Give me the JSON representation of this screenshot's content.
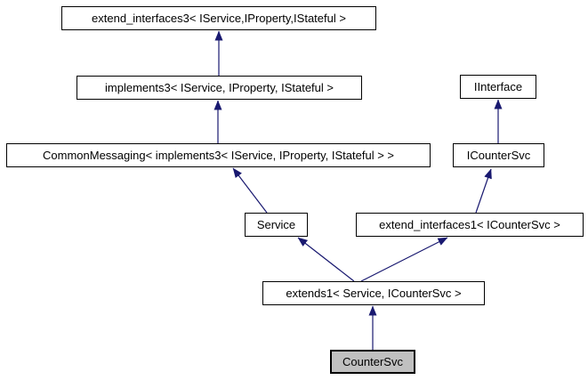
{
  "diagram": {
    "kind": "class-inheritance-graph",
    "edge_color": "#191970",
    "node_border_color": "#000000",
    "node_fill": "#ffffff",
    "selected_node_fill": "#c0c0c0",
    "nodes": [
      {
        "id": "extend_interfaces3",
        "label": "extend_interfaces3< IService,IProperty,IStateful >"
      },
      {
        "id": "implements3",
        "label": "implements3< IService, IProperty, IStateful >"
      },
      {
        "id": "CommonMessaging",
        "label": "CommonMessaging< implements3< IService, IProperty, IStateful > >"
      },
      {
        "id": "IInterface",
        "label": "IInterface"
      },
      {
        "id": "ICounterSvc",
        "label": "ICounterSvc"
      },
      {
        "id": "Service",
        "label": "Service"
      },
      {
        "id": "extend_interfaces1",
        "label": "extend_interfaces1< ICounterSvc >"
      },
      {
        "id": "extends1",
        "label": "extends1< Service, ICounterSvc >"
      },
      {
        "id": "CounterSvc",
        "label": "CounterSvc",
        "selected": true
      }
    ],
    "edges": [
      {
        "from": "implements3",
        "to": "extend_interfaces3"
      },
      {
        "from": "CommonMessaging",
        "to": "implements3"
      },
      {
        "from": "Service",
        "to": "CommonMessaging"
      },
      {
        "from": "ICounterSvc",
        "to": "IInterface"
      },
      {
        "from": "extend_interfaces1",
        "to": "ICounterSvc"
      },
      {
        "from": "extends1",
        "to": "Service"
      },
      {
        "from": "extends1",
        "to": "extend_interfaces1"
      },
      {
        "from": "CounterSvc",
        "to": "extends1"
      }
    ]
  }
}
